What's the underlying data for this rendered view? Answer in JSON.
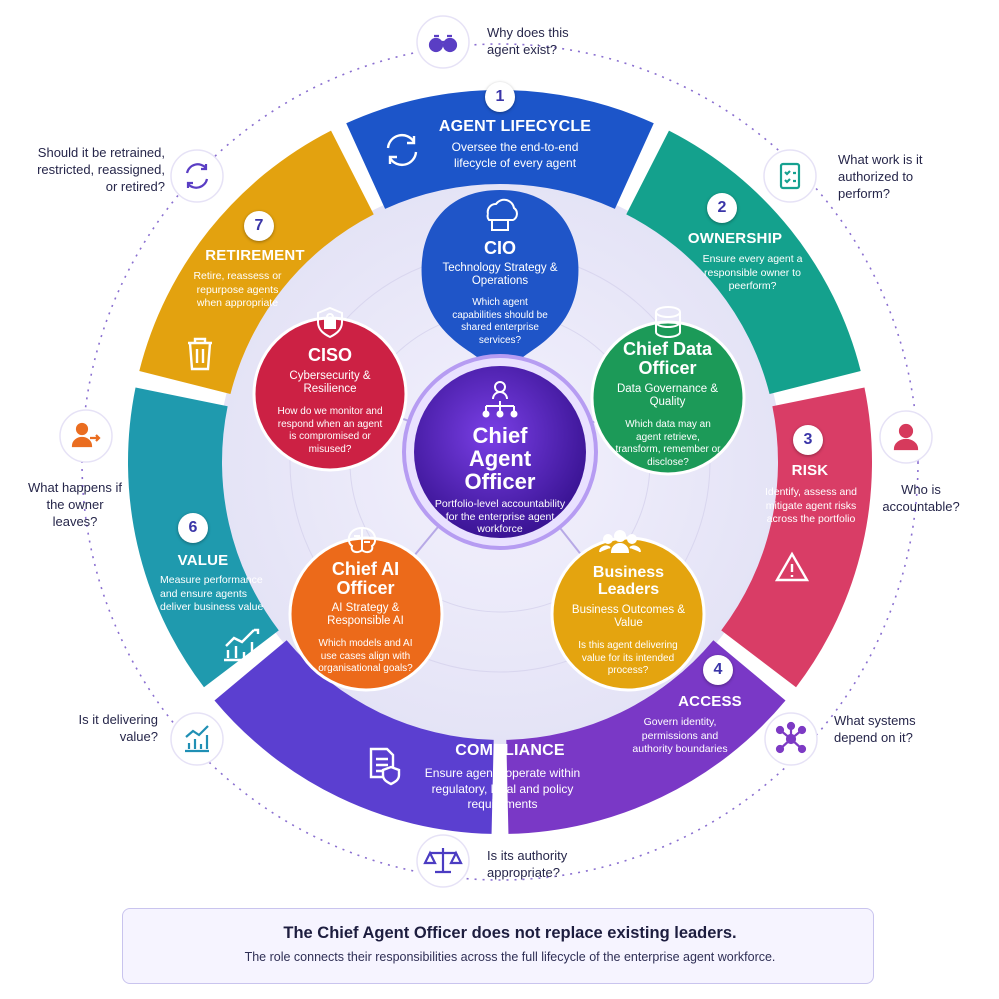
{
  "center": {
    "title_line1": "Chief",
    "title_line2": "Agent",
    "title_line3": "Officer",
    "desc": "Portfolio-level accountability for the enterprise agent workforce",
    "icon": "org-chart-icon"
  },
  "segments": [
    {
      "number": "1",
      "title": "AGENT LIFECYCLE",
      "desc": "Oversee the end-to-end lifecycle of every agent",
      "color": "#1c55c9",
      "icon": "cycle-arrows-icon"
    },
    {
      "number": "2",
      "title": "OWNERSHIP",
      "desc": "Ensure every agent a responsible owner to peerform?",
      "color": "#14a18d",
      "icon": ""
    },
    {
      "number": "3",
      "title": "RISK",
      "desc": "Identify, assess and mitigate agent risks across the portfolio",
      "color": "#d93d66",
      "icon": "warning-icon"
    },
    {
      "number": "4",
      "title": "ACCESS",
      "desc": "Govern identity, permissions and authority boundaries",
      "color": "#7a38c6",
      "icon": ""
    },
    {
      "number": "",
      "title": "COMPLIANCE",
      "desc": "Ensure agents operate within regulatory, legal and policy requirements",
      "color": "#5b3fd0",
      "icon": "document-shield-icon"
    },
    {
      "number": "6",
      "title": "VALUE",
      "desc": "Measure performance and ensure agents deliver business value",
      "color": "#1f9aae",
      "icon": "growth-chart-icon"
    },
    {
      "number": "7",
      "title": "RETIREMENT",
      "desc": "Retire, reassess or repurpose agents when appropriate",
      "color": "#e3a20f",
      "icon": "trash-icon"
    }
  ],
  "leaders": [
    {
      "title": "CIO",
      "subtitle": "Technology Strategy & Operations",
      "question": "Which agent capabilities should be shared enterprise services?",
      "color": "#1f55c8",
      "icon": "cloud-server-icon"
    },
    {
      "title": "Chief Data Officer",
      "subtitle": "Data Governance & Quality",
      "question": "Which data may an agent retrieve, transform, remember or disclose?",
      "color": "#1c9a58",
      "icon": "database-icon"
    },
    {
      "title": "Business Leaders",
      "subtitle": "Business Outcomes & Value",
      "question": "Is this agent delivering value for its intended process?",
      "color": "#e4a40f",
      "icon": "people-group-icon"
    },
    {
      "title": "Chief AI Officer",
      "subtitle": "AI Strategy & Responsible AI",
      "question": "Which models and AI use cases align with organisational goals?",
      "color": "#ec6a1a",
      "icon": "brain-icon"
    },
    {
      "title": "CISO",
      "subtitle": "Cybersecurity & Resilience",
      "question": "How do we monitor and respond when an agent is compromised or misused?",
      "color": "#cc2144",
      "icon": "lock-shield-icon"
    }
  ],
  "questions": [
    {
      "text": "Why does this agent exist?",
      "icon": "binoculars-icon",
      "color": "#5a3ec4"
    },
    {
      "text": "What work is it authorized to perform?",
      "icon": "clipboard-checklist-icon",
      "color": "#17a190"
    },
    {
      "text": "Who is accountable?",
      "icon": "person-icon",
      "color": "#d63a5c"
    },
    {
      "text": "What systems depend on it?",
      "icon": "network-nodes-icon",
      "color": "#7d3ac4"
    },
    {
      "text": "Is its authority appropriate?",
      "icon": "scales-icon",
      "color": "#4b3cc2"
    },
    {
      "text": "Is it delivering value?",
      "icon": "growth-chart-icon",
      "color": "#1f8fb4"
    },
    {
      "text": "What happens if the owner leaves?",
      "icon": "person-handover-icon",
      "color": "#ea6d20"
    },
    {
      "text": "Should it be retrained, restricted, reassigned, or retired?",
      "icon": "refresh-cycle-icon",
      "color": "#5a3ec4"
    }
  ],
  "banner": {
    "title": "The Chief Agent Officer does not replace existing leaders.",
    "subtitle": "The role connects their responsibilities across the full lifecycle of the enterprise agent workforce.",
    "icon": "org-chart-icon"
  }
}
